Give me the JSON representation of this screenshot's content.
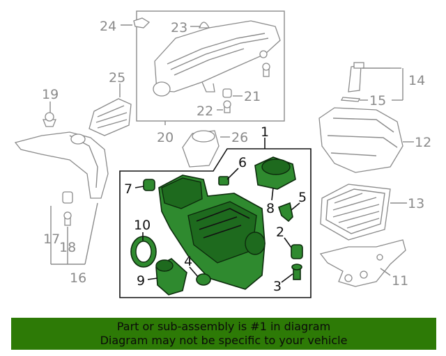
{
  "callouts": {
    "n1": "1",
    "n2": "2",
    "n3": "3",
    "n4": "4",
    "n5": "5",
    "n6": "6",
    "n7": "7",
    "n8": "8",
    "n9": "9",
    "n10": "10",
    "n11": "11",
    "n12": "12",
    "n13": "13",
    "n14": "14",
    "n15": "15",
    "n16": "16",
    "n17": "17",
    "n18": "18",
    "n19": "19",
    "n20": "20",
    "n21": "21",
    "n22": "22",
    "n23": "23",
    "n24": "24",
    "n25": "25",
    "n26": "26"
  },
  "banner": {
    "line1": "Part or sub-assembly is #1 in diagram",
    "line2": "Diagram may not be specific to your vehicle"
  },
  "colors": {
    "highlight_part": "#2f8a2f",
    "banner_background": "#2d7a06",
    "callout_grey": "#8a8a8a"
  }
}
